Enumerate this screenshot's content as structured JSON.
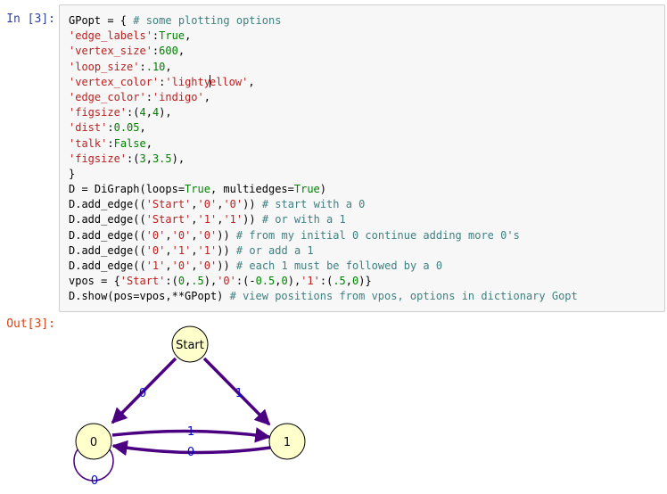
{
  "cell": {
    "in_prompt": "In [3]:",
    "out_prompt": "Out[3]:",
    "code_lines": [
      [
        {
          "t": "GPopt = { ",
          "c": "n"
        },
        {
          "t": "# some plotting options",
          "c": "c"
        }
      ],
      [
        {
          "t": "'edge_labels'",
          "c": "s"
        },
        {
          "t": ":",
          "c": "n"
        },
        {
          "t": "True",
          "c": "k"
        },
        {
          "t": ",",
          "c": "n"
        }
      ],
      [
        {
          "t": "'vertex_size'",
          "c": "s"
        },
        {
          "t": ":",
          "c": "n"
        },
        {
          "t": "600",
          "c": "num"
        },
        {
          "t": ",",
          "c": "n"
        }
      ],
      [
        {
          "t": "'loop_size'",
          "c": "s"
        },
        {
          "t": ":",
          "c": "n"
        },
        {
          "t": ".10",
          "c": "num"
        },
        {
          "t": ",",
          "c": "n"
        }
      ],
      [
        {
          "t": "'vertex_color'",
          "c": "s"
        },
        {
          "t": ":",
          "c": "n"
        },
        {
          "t": "'lighty",
          "c": "s"
        },
        {
          "t": "",
          "c": "cursor"
        },
        {
          "t": "ellow'",
          "c": "s"
        },
        {
          "t": ",",
          "c": "n"
        }
      ],
      [
        {
          "t": "'edge_color'",
          "c": "s"
        },
        {
          "t": ":",
          "c": "n"
        },
        {
          "t": "'indigo'",
          "c": "s"
        },
        {
          "t": ",",
          "c": "n"
        }
      ],
      [
        {
          "t": "'figsize'",
          "c": "s"
        },
        {
          "t": ":(",
          "c": "n"
        },
        {
          "t": "4",
          "c": "num"
        },
        {
          "t": ",",
          "c": "n"
        },
        {
          "t": "4",
          "c": "num"
        },
        {
          "t": "),",
          "c": "n"
        }
      ],
      [
        {
          "t": "'dist'",
          "c": "s"
        },
        {
          "t": ":",
          "c": "n"
        },
        {
          "t": "0.05",
          "c": "num"
        },
        {
          "t": ",",
          "c": "n"
        }
      ],
      [
        {
          "t": "'talk'",
          "c": "s"
        },
        {
          "t": ":",
          "c": "n"
        },
        {
          "t": "False",
          "c": "k"
        },
        {
          "t": ",",
          "c": "n"
        }
      ],
      [
        {
          "t": "'figsize'",
          "c": "s"
        },
        {
          "t": ":(",
          "c": "n"
        },
        {
          "t": "3",
          "c": "num"
        },
        {
          "t": ",",
          "c": "n"
        },
        {
          "t": "3.5",
          "c": "num"
        },
        {
          "t": "),",
          "c": "n"
        }
      ],
      [
        {
          "t": "}",
          "c": "n"
        }
      ],
      [
        {
          "t": "D = DiGraph(loops=",
          "c": "n"
        },
        {
          "t": "True",
          "c": "k"
        },
        {
          "t": ", multiedges=",
          "c": "n"
        },
        {
          "t": "True",
          "c": "k"
        },
        {
          "t": ")",
          "c": "n"
        }
      ],
      [
        {
          "t": "D.add_edge((",
          "c": "n"
        },
        {
          "t": "'Start'",
          "c": "s"
        },
        {
          "t": ",",
          "c": "n"
        },
        {
          "t": "'0'",
          "c": "s"
        },
        {
          "t": ",",
          "c": "n"
        },
        {
          "t": "'0'",
          "c": "s"
        },
        {
          "t": ")) ",
          "c": "n"
        },
        {
          "t": "# start with a 0",
          "c": "c"
        }
      ],
      [
        {
          "t": "D.add_edge((",
          "c": "n"
        },
        {
          "t": "'Start'",
          "c": "s"
        },
        {
          "t": ",",
          "c": "n"
        },
        {
          "t": "'1'",
          "c": "s"
        },
        {
          "t": ",",
          "c": "n"
        },
        {
          "t": "'1'",
          "c": "s"
        },
        {
          "t": ")) ",
          "c": "n"
        },
        {
          "t": "# or with a 1",
          "c": "c"
        }
      ],
      [
        {
          "t": "D.add_edge((",
          "c": "n"
        },
        {
          "t": "'0'",
          "c": "s"
        },
        {
          "t": ",",
          "c": "n"
        },
        {
          "t": "'0'",
          "c": "s"
        },
        {
          "t": ",",
          "c": "n"
        },
        {
          "t": "'0'",
          "c": "s"
        },
        {
          "t": ")) ",
          "c": "n"
        },
        {
          "t": "# from my initial 0 continue adding more 0's",
          "c": "c"
        }
      ],
      [
        {
          "t": "D.add_edge((",
          "c": "n"
        },
        {
          "t": "'0'",
          "c": "s"
        },
        {
          "t": ",",
          "c": "n"
        },
        {
          "t": "'1'",
          "c": "s"
        },
        {
          "t": ",",
          "c": "n"
        },
        {
          "t": "'1'",
          "c": "s"
        },
        {
          "t": ")) ",
          "c": "n"
        },
        {
          "t": "# or add a 1",
          "c": "c"
        }
      ],
      [
        {
          "t": "D.add_edge((",
          "c": "n"
        },
        {
          "t": "'1'",
          "c": "s"
        },
        {
          "t": ",",
          "c": "n"
        },
        {
          "t": "'0'",
          "c": "s"
        },
        {
          "t": ",",
          "c": "n"
        },
        {
          "t": "'0'",
          "c": "s"
        },
        {
          "t": ")) ",
          "c": "n"
        },
        {
          "t": "# each 1 must be followed by a 0",
          "c": "c"
        }
      ],
      [
        {
          "t": "vpos = {",
          "c": "n"
        },
        {
          "t": "'Start'",
          "c": "s"
        },
        {
          "t": ":(",
          "c": "n"
        },
        {
          "t": "0",
          "c": "num"
        },
        {
          "t": ",",
          "c": "n"
        },
        {
          "t": ".5",
          "c": "num"
        },
        {
          "t": "),",
          "c": "n"
        },
        {
          "t": "'0'",
          "c": "s"
        },
        {
          "t": ":(-",
          "c": "n"
        },
        {
          "t": "0.5",
          "c": "num"
        },
        {
          "t": ",",
          "c": "n"
        },
        {
          "t": "0",
          "c": "num"
        },
        {
          "t": "),",
          "c": "n"
        },
        {
          "t": "'1'",
          "c": "s"
        },
        {
          "t": ":(",
          "c": "n"
        },
        {
          "t": ".5",
          "c": "num"
        },
        {
          "t": ",",
          "c": "n"
        },
        {
          "t": "0",
          "c": "num"
        },
        {
          "t": ")}",
          "c": "n"
        }
      ],
      [
        {
          "t": "D.show(pos=vpos,**GPopt) ",
          "c": "n"
        },
        {
          "t": "# view positions from vpos, options in dictionary Gopt",
          "c": "c"
        }
      ]
    ]
  },
  "graph": {
    "vertex_color": "#ffffcc",
    "edge_color": "#4b0082",
    "edge_label_color": "#0000cc",
    "vertices": [
      {
        "id": "Start",
        "label": "Start"
      },
      {
        "id": "0",
        "label": "0"
      },
      {
        "id": "1",
        "label": "1"
      }
    ],
    "edge_labels": {
      "start_to_0": "0",
      "start_to_1": "1",
      "zero_to_1": "1",
      "one_to_0": "0",
      "loop_0": "0"
    }
  }
}
